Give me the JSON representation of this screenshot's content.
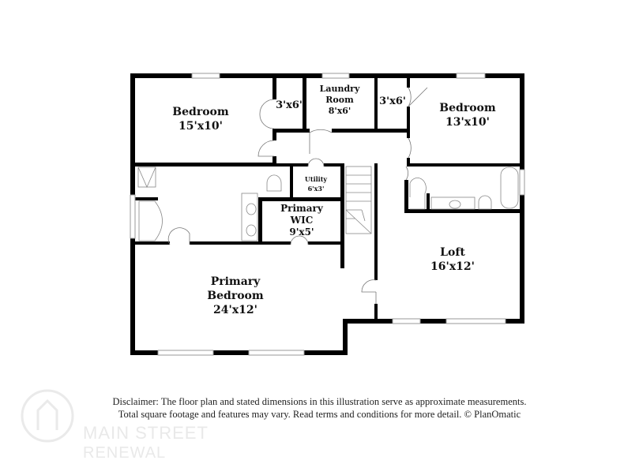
{
  "rooms": {
    "bedroom_left": {
      "name": "Bedroom",
      "size": "15'x10'"
    },
    "closet_left": {
      "size": "3'x6'"
    },
    "laundry": {
      "name_line1": "Laundry",
      "name_line2": "Room",
      "size": "8'x6'"
    },
    "closet_right": {
      "size": "3'x6'"
    },
    "bedroom_right": {
      "name": "Bedroom",
      "size": "13'x10'"
    },
    "utility": {
      "name": "Utility",
      "size": "6'x3'"
    },
    "primary_wic": {
      "name_line1": "Primary",
      "name_line2": "WIC",
      "size": "9'x5'"
    },
    "loft": {
      "name": "Loft",
      "size": "16'x12'"
    },
    "primary_bedroom": {
      "name_line1": "Primary",
      "name_line2": "Bedroom",
      "size": "24'x12'"
    }
  },
  "disclaimer": {
    "line1": "Disclaimer: The floor plan and stated dimensions in this illustration serve as approximate measurements.",
    "line2": "Total square footage and features may vary. Read terms and conditions for more detail. © PlanOmatic"
  },
  "watermark": {
    "line1": "MAIN STREET",
    "line2": "RENEWAL"
  },
  "colors": {
    "wall": "#000000",
    "window": "#cccccc",
    "fixture": "#888888"
  }
}
